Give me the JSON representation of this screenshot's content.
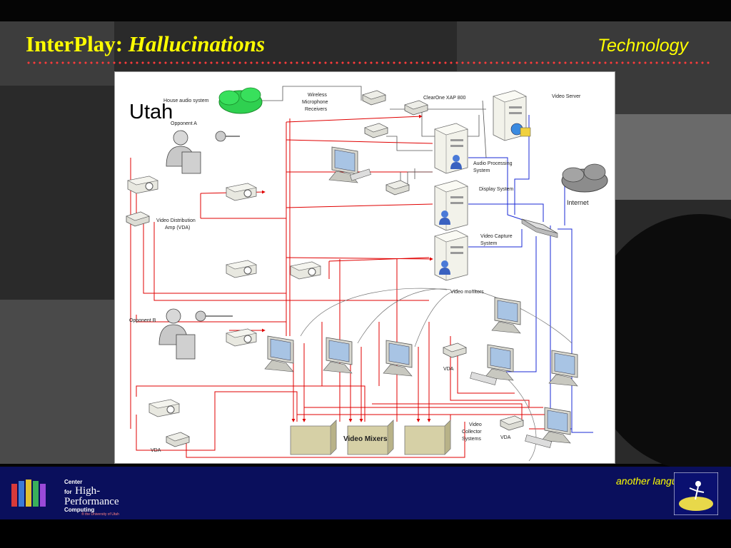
{
  "slide": {
    "title_main": "InterPlay: ",
    "title_sub": "Hallucinations",
    "section": "Technology",
    "site_label": "Utah"
  },
  "diagram": {
    "labels": {
      "house_audio": "House audio system",
      "wireless_1": "Wireless",
      "wireless_2": "Microphone",
      "wireless_3": "Receivers",
      "clearone": "ClearOne XAP 800",
      "video_server": "Video Server",
      "opponent_a": "Opponent A",
      "audio_proc_1": "Audio Processing",
      "audio_proc_2": "System",
      "display_system": "Display System",
      "internet": "Internet",
      "vda_amp_1": "Video Distribution",
      "vda_amp_2": "Amp (VDA)",
      "video_capture_1": "Video Capture",
      "video_capture_2": "System",
      "video_monitors": "Video monitors",
      "opponent_b": "Opponent B",
      "vda_mid": "VDA",
      "video_mixers": "Video Mixers",
      "collector_1": "Video",
      "collector_2": "Collector",
      "collector_3": "Systems",
      "vda_right": "VDA",
      "vda_bottom": "VDA"
    }
  },
  "footer": {
    "logo_line1": "Center",
    "logo_line2": "for",
    "logo_line3": "High-",
    "logo_line4": "Performance",
    "logo_line5": "Computing",
    "logo_line6": "® the University of Utah",
    "tagline": "another language"
  },
  "colors": {
    "title": "#ffff00",
    "dots": "#ff3a3a",
    "footer": "#0a0f5c",
    "red_wire": "#e00000",
    "blue_wire": "#1a2ad6"
  }
}
